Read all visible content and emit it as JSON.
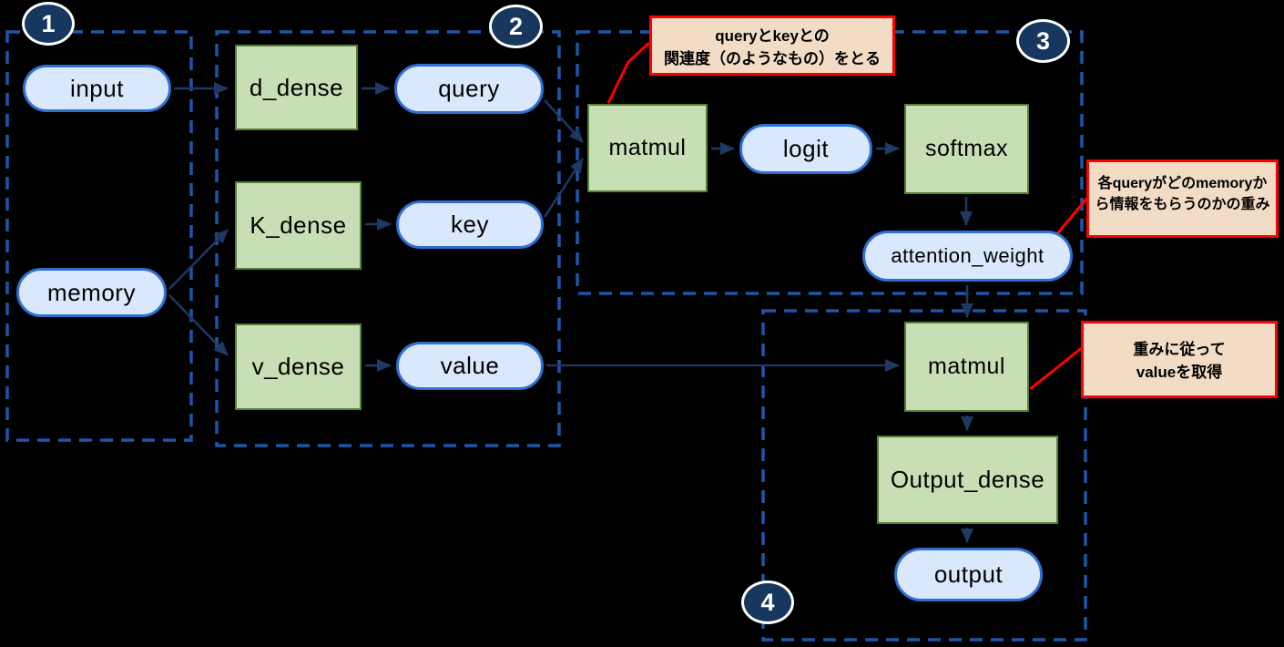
{
  "badges": {
    "g1": "1",
    "g2": "2",
    "g3": "3",
    "g4": "4"
  },
  "nodes": {
    "input": "input",
    "memory": "memory",
    "d_dense": "d_dense",
    "query": "query",
    "k_dense": "K_dense",
    "key": "key",
    "v_dense": "v_dense",
    "value": "value",
    "matmul_qk": "matmul",
    "logit": "logit",
    "softmax": "softmax",
    "attention_weight": "attention_weight",
    "matmul_av": "matmul",
    "output_dense": "Output_dense",
    "output": "output"
  },
  "annotations": {
    "qk_relevance": {
      "line1": "queryとkeyとの",
      "line2": "関連度（のようなもの）をとる"
    },
    "attention_weight_meaning": {
      "line1": "各queryがどのmemoryか",
      "line2": "ら情報をもらうのかの重み"
    },
    "value_by_weight": {
      "line1": "重みに従って",
      "line2": "valueを取得"
    }
  },
  "colors": {
    "background": "#000000",
    "group_dash_blue": "#1d56a8",
    "pill_fill": "#d9e8fc",
    "pill_border": "#2e6fd2",
    "process_fill": "#c8dfb5",
    "process_border": "#538135",
    "arrow_navy": "#1f3864",
    "badge_fill": "#17375e",
    "badge_ring": "#ffffff",
    "callout_fill": "#f2dcc5",
    "callout_border": "#ff0000",
    "text": "#000000"
  }
}
